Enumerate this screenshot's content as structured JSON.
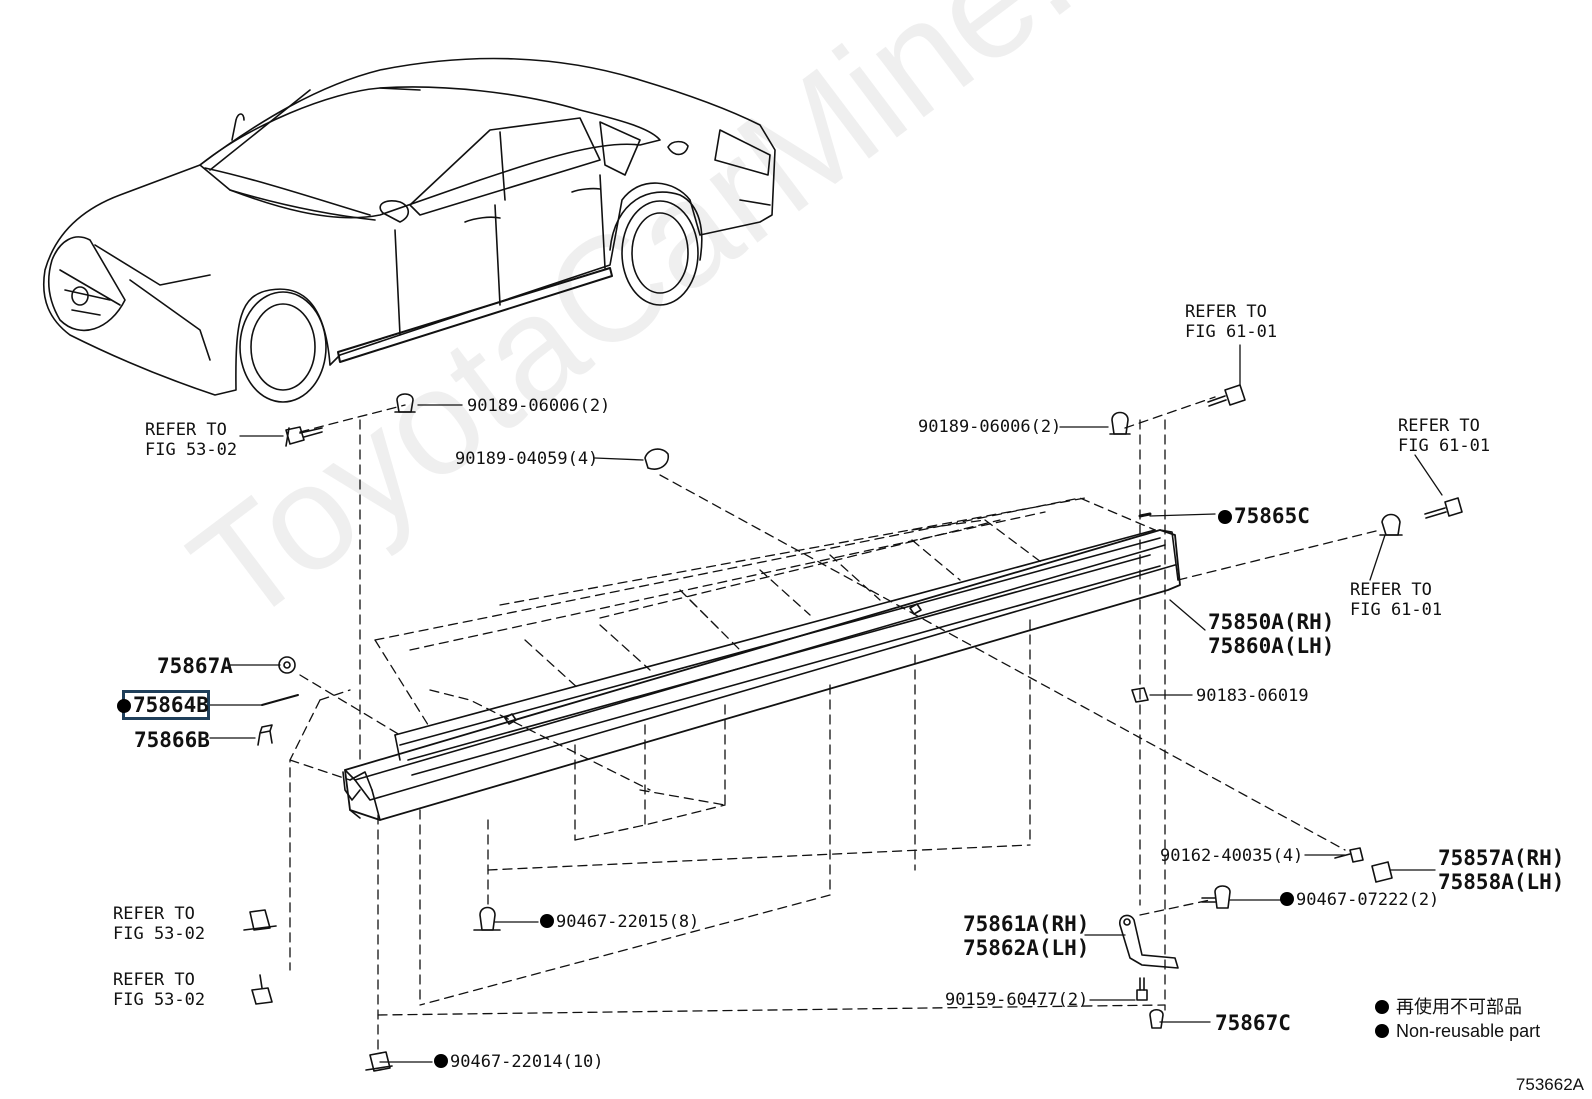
{
  "watermark": "ToyotaCarMine.ru",
  "figure_id": "753662A",
  "legend": {
    "japanese": "再使用不可部品",
    "english": "Non-reusable part"
  },
  "labels": {
    "refer_5302_a": "REFER TO\nFIG 53-02",
    "refer_5302_b": "REFER TO\nFIG 53-02",
    "refer_5302_c": "REFER TO\nFIG 53-02",
    "refer_6101_top": "REFER TO\nFIG 61-01",
    "refer_6101_right": "REFER TO\nFIG 61-01",
    "refer_6101_low": "REFER TO\nFIG 61-01",
    "p_90189_06006_left": "90189-06006(2)",
    "p_90189_06006_right": "90189-06006(2)",
    "p_90189_04059": "90189-04059(4)",
    "p_75865c": "75865C",
    "p_75850a": "75850A(RH)\n75860A(LH)",
    "p_75867a": "75867A",
    "p_75864b": "75864B",
    "p_75866b": "75866B",
    "p_90183_06019": "90183-06019",
    "p_90162_40035": "90162-40035(4)",
    "p_75857a": "75857A(RH)\n75858A(LH)",
    "p_90467_07222": "90467-07222(2)",
    "p_75861a": "75861A(RH)\n75862A(LH)",
    "p_90467_22015": "90467-22015(8)",
    "p_90159_60477": "90159-60477(2)",
    "p_75867c": "75867C",
    "p_90467_22014": "90467-22014(10)"
  }
}
